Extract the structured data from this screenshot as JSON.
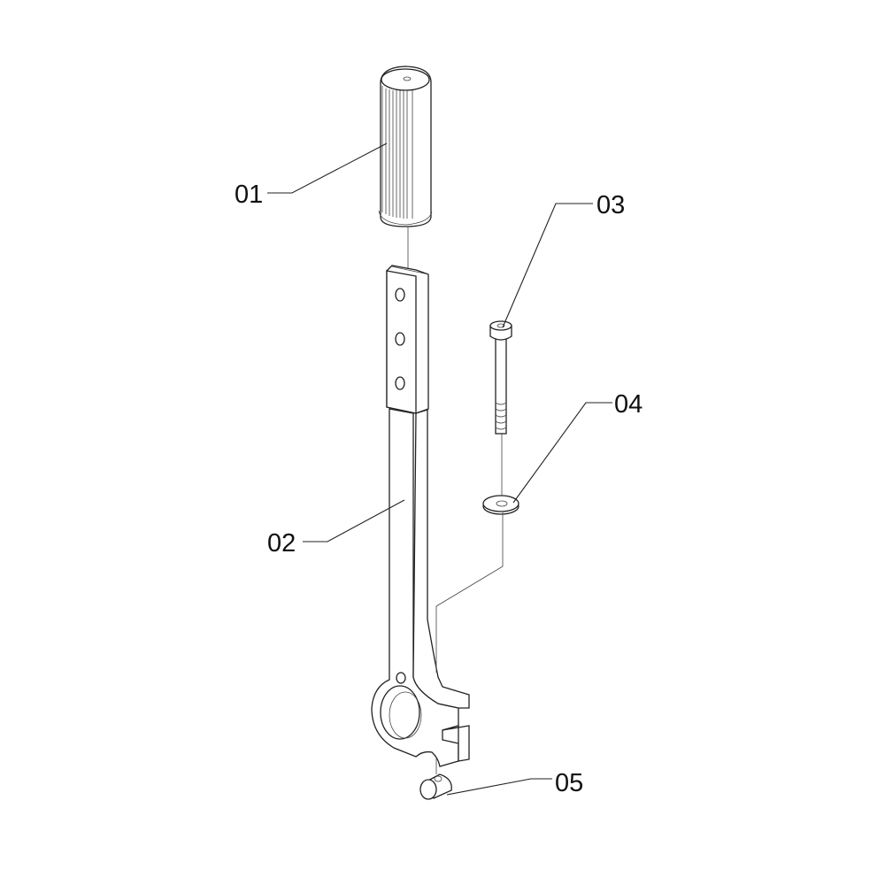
{
  "diagram": {
    "type": "exploded-parts-view",
    "callouts": [
      {
        "id": "01",
        "label": "01",
        "part": "grip"
      },
      {
        "id": "02",
        "label": "02",
        "part": "lever-arm"
      },
      {
        "id": "03",
        "label": "03",
        "part": "socket-head-bolt"
      },
      {
        "id": "04",
        "label": "04",
        "part": "washer"
      },
      {
        "id": "05",
        "label": "05",
        "part": "cross-pin"
      }
    ]
  }
}
